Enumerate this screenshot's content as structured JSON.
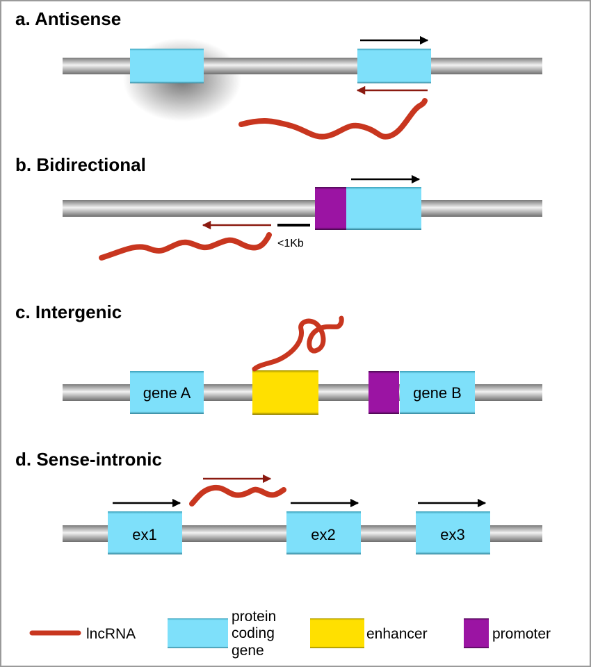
{
  "sections": {
    "antisense": {
      "title": "a. Antisense"
    },
    "bidirectional": {
      "title": "b. Bidirectional",
      "distance_label": "<1Kb"
    },
    "intergenic": {
      "title": "c. Intergenic",
      "gene_a": "gene A",
      "gene_b": "gene B"
    },
    "sense_intronic": {
      "title": "d. Sense-intronic",
      "exons": [
        "ex1",
        "ex2",
        "ex3"
      ]
    }
  },
  "legend": {
    "lncrna": "lncRNA",
    "protein_coding_lines": [
      "protein",
      "coding",
      "gene"
    ],
    "enhancer": "enhancer",
    "promoter": "promoter"
  },
  "colors": {
    "lncrna": "#c8361f",
    "protein_coding_gene": "#7ee0fa",
    "enhancer": "#ffe000",
    "promoter": "#9b14a3",
    "chromosome": "#a8a8a8",
    "sense_arrow": "#000000",
    "antisense_arrow": "#8b1a10"
  }
}
